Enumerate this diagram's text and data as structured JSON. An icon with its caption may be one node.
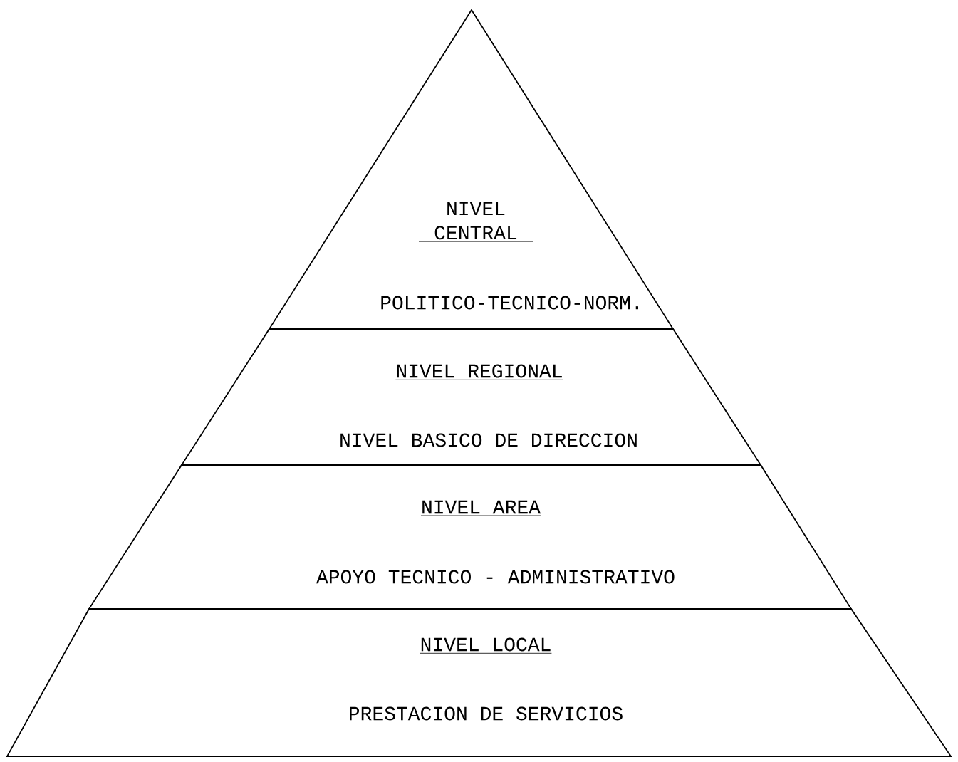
{
  "diagram": {
    "nodes": [
      {
        "text": [
          "NIVEL CENTRAL",
          "POLITICO-TECNICO-NORM."
        ]
      },
      {
        "text": [
          "NIVEL REGIONAL",
          "NIVEL BASICO DE DIRECCION"
        ]
      },
      {
        "text": [
          "NIVEL AREA",
          "APOYO TECNICO - ADMINISTRATIVO"
        ]
      },
      {
        "text": [
          "NIVEL LOCAL",
          "PRESTACION DE SERVICIOS"
        ]
      }
    ]
  }
}
